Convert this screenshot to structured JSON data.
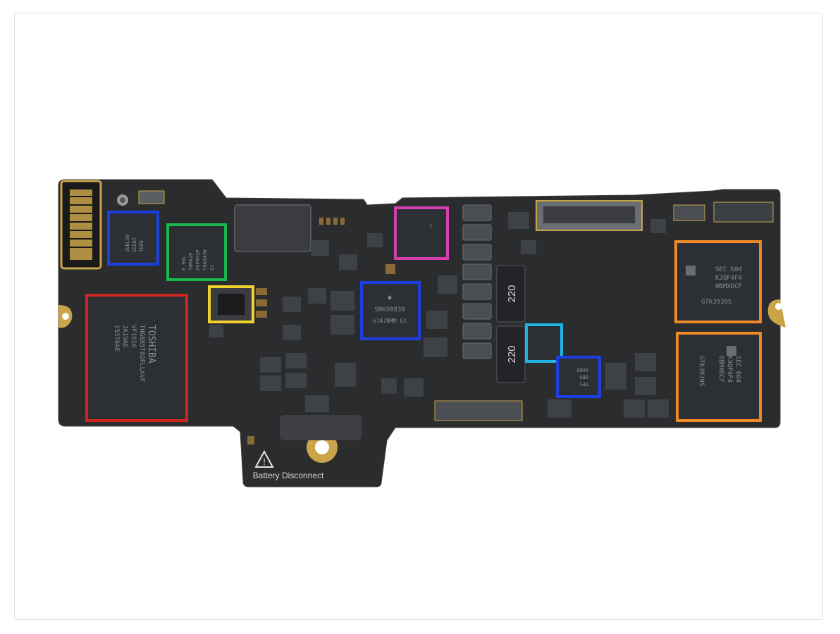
{
  "photo": {
    "subject": "logic-board",
    "colors": {
      "board": "#2b2c2e",
      "board_dark": "#1f2022",
      "chip": "#2c3035",
      "gold": "#c9a449",
      "box_red": "#d0251f",
      "box_orange": "#f08a28",
      "box_blue": "#1e3fe0",
      "box_green": "#19b84c",
      "box_yellow": "#f2d22c",
      "box_magenta": "#d63fae",
      "box_cyan": "#20b4e6"
    },
    "chips": {
      "red": [
        "TOSHIBA",
        "THGBX5T0DFLLAVF",
        "VF1616",
        "JA19AE",
        "15378AE"
      ],
      "orange_top": [
        "SEC 604",
        "K3QF4F4",
        "0BMXGCF",
        "GTK3939S"
      ],
      "orange_bottom": [
        "SEC 604",
        "K3QF4F4",
        "0BMXGCF",
        "GTK3939S"
      ],
      "blue_center": [
        "SN650839",
        "61A7NMM G1"
      ],
      "blue_left": [
        "3GBLU0",
        "ZG5BT",
        "TE8B"
      ],
      "green": [
        "E 90L",
        "THMA2B",
        "H9FRYSP",
        "S9A043W",
        "G1"
      ],
      "magenta": [
        "1"
      ],
      "blue_small": [
        "TPS",
        "6B9",
        "AKB6"
      ],
      "cyan": [
        ""
      ]
    },
    "capacitor_label": "220",
    "battery_label": "Battery Disconnect",
    "warning_glyph": "!"
  }
}
